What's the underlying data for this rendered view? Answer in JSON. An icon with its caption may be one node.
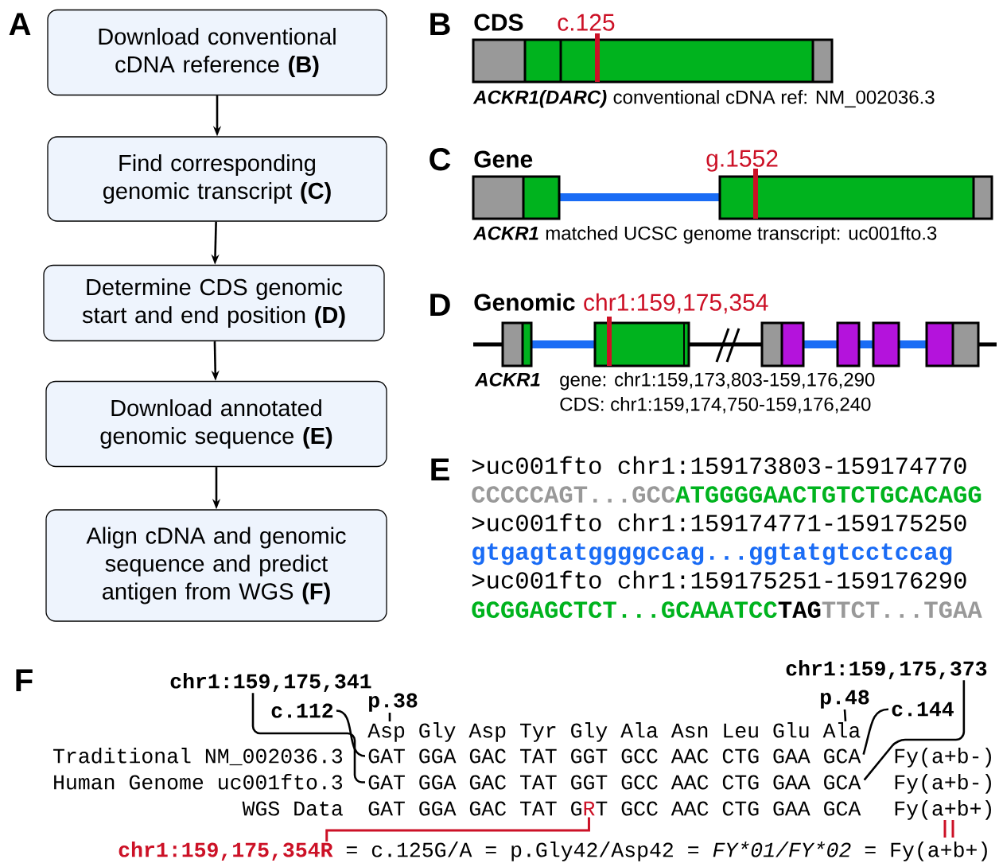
{
  "diagram": {
    "nodes": [
      {
        "text": [
          "Download conventional cDNA reference **(B)**"
        ]
      },
      {
        "text": [
          "Find corresponding genomic transcript **(C)**"
        ]
      },
      {
        "text": [
          "Determine CDS genomic start and end position **(D)**"
        ]
      },
      {
        "text": [
          "Download annotated genomic sequence **(E)**"
        ]
      },
      {
        "text": [
          "Align cDNA and genomic sequence and predict antigen from WGS **(F)**"
        ]
      },
      {
        "text": [
          "chr1:159,175,341"
        ]
      },
      {
        "text": [
          "chr1:159,175,373"
        ]
      },
      {
        "text": [
          "p.38"
        ]
      },
      {
        "text": [
          "c.112"
        ]
      },
      {
        "text": [
          "p.48"
        ]
      },
      {
        "text": [
          "c.144"
        ]
      },
      {
        "text": [
          "Asp Gly Asp Tyr Gly Ala Asn Leu Glu Ala"
        ]
      },
      {
        "text": [
          "GAT GGA GAC TAT GGT GCC AAC CTG GAA GCA"
        ]
      },
      {
        "text": [
          "GAT GGA GAC TAT GGT GCC AAC CTG GAA GCA"
        ]
      },
      {
        "text": [
          "R"
        ]
      },
      {
        "text": [
          "chr1:159,175,354R"
        ]
      }
    ],
    "edges": [
      {
        "from": 0,
        "to": 1,
        "arrow": "to"
      },
      {
        "from": 1,
        "to": 2,
        "arrow": "to"
      },
      {
        "from": 2,
        "to": 3,
        "arrow": "to"
      },
      {
        "from": 3,
        "to": 4,
        "arrow": "to"
      },
      {
        "from": 7,
        "to": 11,
        "arrow": "none"
      },
      {
        "from": 9,
        "to": 11,
        "arrow": "none"
      },
      {
        "from": 8,
        "to": 12,
        "arrow": "none"
      },
      {
        "from": 5,
        "to": 13,
        "arrow": "none"
      },
      {
        "from": 10,
        "to": 12,
        "arrow": "none"
      },
      {
        "from": 6,
        "to": 13,
        "arrow": "none"
      },
      {
        "from": 15,
        "to": 14,
        "arrow": "none",
        "color": "#cc1126"
      }
    ],
    "labels": [
      "A",
      "B",
      "CDS",
      "c.125",
      "ACKR1(DARC)",
      "conventional cDNA ref: NM_002036.3",
      "C",
      "Gene",
      "g.1552",
      "ACKR1",
      "matched UCSC genome transcript: uc001fto.3",
      "D",
      "Genomic",
      "chr1:159,175,354",
      "ACKR1",
      "gene: chr1:159,173,803-159,176,290",
      "CDS: chr1:159,174,750-159,176,240",
      "E",
      ">uc001fto chr1:159173803-159174770",
      "CCCCCAGT...GCC",
      "ATGGGGAACTGTCTGCACAGG",
      ">uc001fto chr1:159174771-159175250",
      "gtgagtatggggccag...ggtatgtcctccag",
      ">uc001fto chr1:159175251-159176290",
      "GCGGAGCTCT...GCAAATCC",
      "TAG",
      "TTCT...TGAA",
      "F",
      "Traditional NM_002036.3",
      "Fy(a+b-)",
      "Human Genome uc001fto.3",
      "Fy(a+b-)",
      "WGS Data",
      "GAT GGA GAC TAT G",
      "T GCC AAC CTG GAA GCA",
      "Fy(a+b+)",
      "= c.125G/A = p.Gly42/Asp42 =",
      "FY*01/FY*02",
      "= Fy(a+b+)"
    ]
  }
}
